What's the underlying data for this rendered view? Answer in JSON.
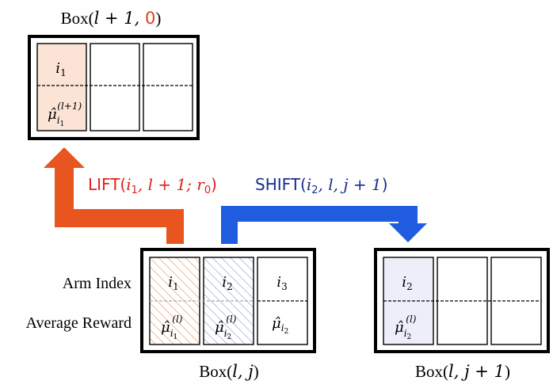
{
  "boxes": {
    "top": {
      "title_prefix": "Box(",
      "title_math": "l + 1, ",
      "title_highlight": "0",
      "title_suffix": ")"
    },
    "mid": {
      "title_prefix": "Box(",
      "title_math": "l, j",
      "title_suffix": ")"
    },
    "right": {
      "title_prefix": "Box(",
      "title_math": "l, j + 1",
      "title_suffix": ")"
    }
  },
  "row_labels": {
    "arm_index": "Arm Index",
    "average_reward": "Average Reward"
  },
  "cells": {
    "top_1": {
      "index_base": "i",
      "index_sub": "1",
      "reward_base": "μ̂",
      "reward_sub": "i",
      "reward_subsub": "1",
      "reward_sup": "(l+1)"
    },
    "mid_1": {
      "index_base": "i",
      "index_sub": "1",
      "reward_base": "μ̂",
      "reward_sub": "i",
      "reward_subsub": "1",
      "reward_sup": "(l)"
    },
    "mid_2": {
      "index_base": "i",
      "index_sub": "2",
      "reward_base": "μ̂",
      "reward_sub": "i",
      "reward_subsub": "2",
      "reward_sup": "(l)"
    },
    "mid_3": {
      "index_base": "i",
      "index_sub": "3",
      "reward_base": "μ̂",
      "reward_sub": "i",
      "reward_subsub": "2"
    },
    "right_1": {
      "index_base": "i",
      "index_sub": "2",
      "reward_base": "μ̂",
      "reward_sub": "i",
      "reward_subsub": "2",
      "reward_sup": "(l)"
    }
  },
  "operations": {
    "lift": {
      "name": "LIFT(",
      "args": "i",
      "args_sub": "1",
      "args_rest": ", l + 1; r",
      "args_rest_sub": "0",
      "close": ")"
    },
    "shift": {
      "name": "SHIFT(",
      "args": "i",
      "args_sub": "2",
      "args_rest": ", l, j + 1",
      "close": ")"
    }
  },
  "colors": {
    "lift": "#e8551e",
    "shift": "#1f5ce0",
    "lift_text": "#e0201c",
    "shift_text": "#1a2c8c",
    "highlight_zero": "#e0401c",
    "top_fill": "#fbe3d6",
    "right_fill": "#eeeefb"
  }
}
